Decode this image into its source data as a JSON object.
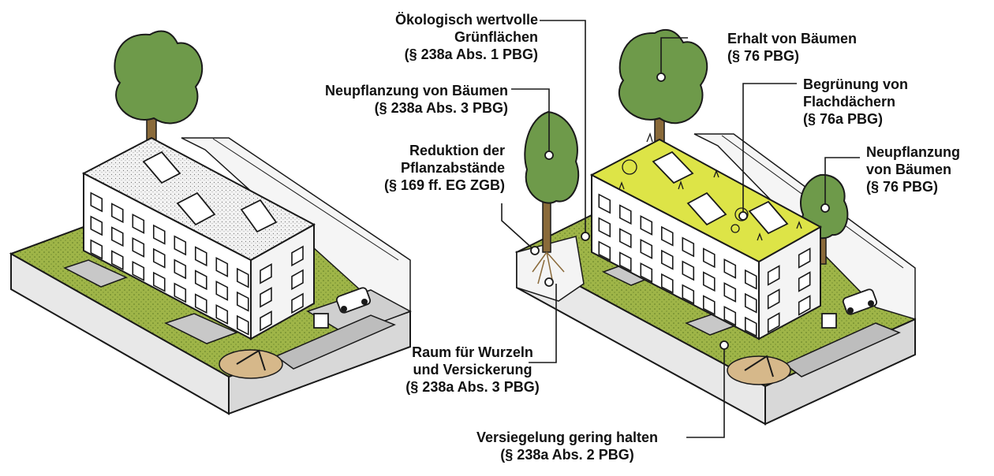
{
  "labels": {
    "oekologisch": [
      "Ökologisch wertvolle",
      "Grünflächen",
      "(§ 238a Abs. 1 PBG)"
    ],
    "neupflanzung_238a": [
      "Neupflanzung von Bäumen",
      "(§ 238a Abs. 3 PBG)"
    ],
    "reduktion": [
      "Reduktion der",
      "Pflanzabstände",
      "(§ 169 ff. EG ZGB)"
    ],
    "raum_wurzeln": [
      "Raum für Wurzeln",
      "und Versickerung",
      "(§ 238a Abs. 3 PBG)"
    ],
    "versiegelung": [
      "Versiegelung gering halten",
      "(§ 238a Abs. 2 PBG)"
    ],
    "erhalt": [
      "Erhalt von Bäumen",
      "(§ 76 PBG)"
    ],
    "begruenung": [
      "Begrünung von",
      "Flachdächern",
      "(§ 76a PBG)"
    ],
    "neupflanzung_76": [
      "Neupflanzung",
      "von Bäumen",
      "(§ 76 PBG)"
    ]
  },
  "colors": {
    "grass": "#9fb548",
    "roof_green": "#dde447",
    "tree": "#6e9a4a",
    "trunk": "#8a6a3a",
    "sand": "#d6b88a",
    "wall": "#ffffff",
    "base_gray": "#e6e6e6",
    "paving": "#c8c8c8",
    "ink": "#1a1a1a"
  }
}
